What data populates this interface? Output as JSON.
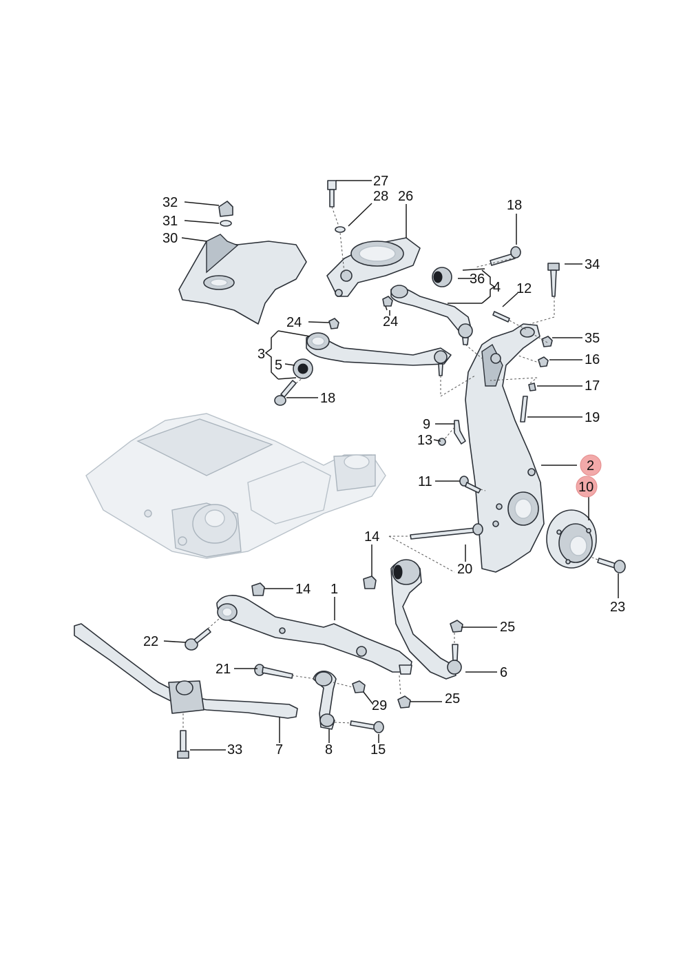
{
  "callouts": {
    "c1": "1",
    "c2": "2",
    "c3": "3",
    "c4": "4",
    "c5": "5",
    "c6": "6",
    "c7": "7",
    "c8": "8",
    "c9": "9",
    "c10": "10",
    "c11": "11",
    "c12": "12",
    "c13": "13",
    "c14a": "14",
    "c14b": "14",
    "c15": "15",
    "c16": "16",
    "c17": "17",
    "c18a": "18",
    "c18b": "18",
    "c19": "19",
    "c20": "20",
    "c21": "21",
    "c22": "22",
    "c23": "23",
    "c24a": "24",
    "c24b": "24",
    "c25a": "25",
    "c25b": "25",
    "c26": "26",
    "c27": "27",
    "c28": "28",
    "c29": "29",
    "c30": "30",
    "c31": "31",
    "c32": "32",
    "c33": "33",
    "c34": "34",
    "c35": "35",
    "c36": "36"
  },
  "highlighted_callouts": [
    "2",
    "10"
  ],
  "colors": {
    "highlight": "#f2a9a9",
    "part_fill": "#e3e8ec",
    "outline": "#2c3138",
    "subframe": "#eef1f4"
  }
}
